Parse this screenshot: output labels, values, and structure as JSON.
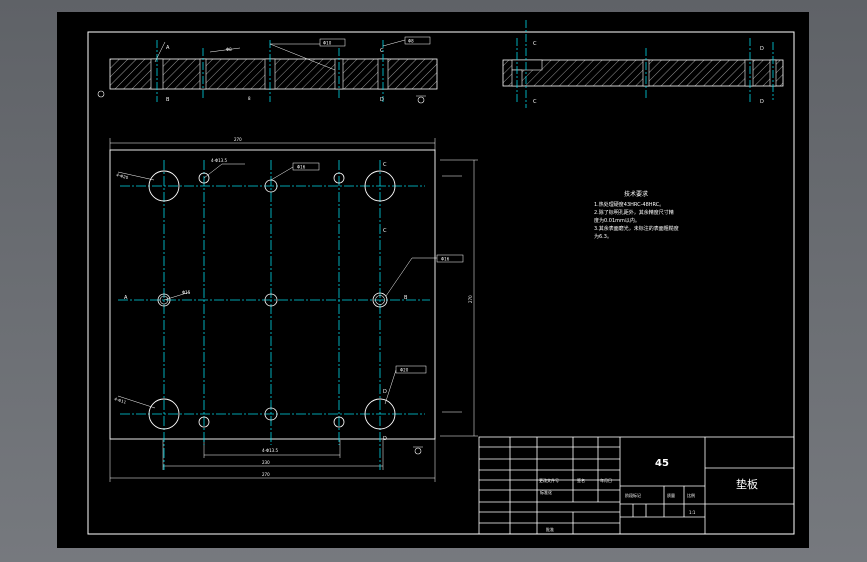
{
  "title_block": {
    "material": "45",
    "part_name": "垫板",
    "scale": "1:1",
    "labels": {
      "change_doc": "更改文件号",
      "signature": "签名",
      "date": "年月日",
      "standardize": "标准化",
      "stage_mark": "阶段标记",
      "weight": "质量",
      "scale_label": "比例",
      "approve": "批准"
    }
  },
  "tech_requirements": {
    "heading": "技术要求",
    "lines": [
      "1.热处理硬度43HRC-48HRC。",
      "2.除了标明孔距外，其余精度尺寸精",
      "度为0.01mm以内。",
      "3.其余表面磨光，未标注的表面粗糙度",
      "为6.3。"
    ]
  },
  "section_marks": {
    "A": "A",
    "B": "B",
    "C": "C",
    "D": "D"
  },
  "dimensions": {
    "width_total": "270",
    "height_total": "270",
    "bottom_inner": "230",
    "bottom_hole": "4-Φ13.5"
  },
  "callouts": {
    "top_left": "4-Φ20",
    "mid_left": "Φ15",
    "left_hole": "4-Φ11",
    "hole_a": "Φ16",
    "hole_b": "Φ16",
    "hole_c": "Φ20",
    "angle_top": "Φ8",
    "section_label_1": "Φ10",
    "section_label_2": "Φ8",
    "sub_dim": "8"
  },
  "colors": {
    "background": "#000000",
    "lines": "#ffffff",
    "centerlines": "#00d8e8",
    "hatch": "#ffffff"
  }
}
